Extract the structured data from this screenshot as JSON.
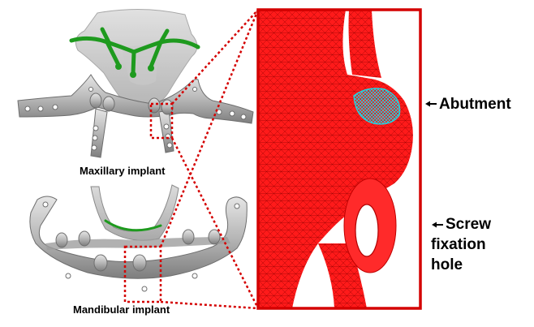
{
  "labels": {
    "maxillary": "Maxillary implant",
    "mandibular": "Mandibular implant",
    "abutment": "Abutment",
    "screw_line1": "Screw",
    "screw_line2": "fixation",
    "screw_line3": "hole"
  },
  "colors": {
    "highlight": "#d40000",
    "mesh": "#ff1a1a",
    "abutment_mesh": "#22d3e0",
    "implant_gray": "#b9b9b9",
    "bar_green": "#1e9a1e"
  },
  "icons": {
    "abutment_arrow": "left-arrow-icon",
    "screw_arrow": "left-arrow-icon"
  }
}
